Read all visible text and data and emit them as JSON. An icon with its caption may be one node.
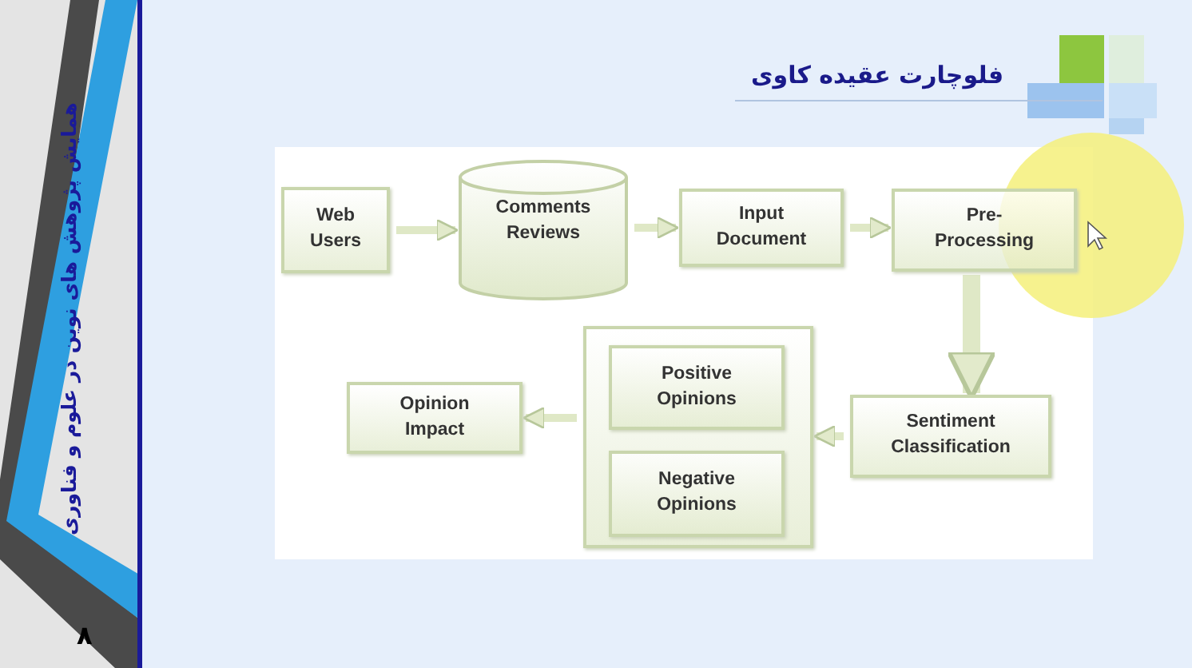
{
  "diagram": {
    "title": "فلوچارت عقیده کاوی",
    "nodes": [
      {
        "text": [
          "Web Users"
        ]
      },
      {
        "text": [
          "Comments Reviews"
        ]
      },
      {
        "text": [
          "Input Document"
        ]
      },
      {
        "text": [
          "Pre-Processing"
        ]
      },
      {
        "text": [],
        "shape": "box"
      },
      {
        "text": [
          "Positive Opinions"
        ],
        "in": 4
      },
      {
        "text": [
          "Negative Opinions"
        ],
        "in": 4
      },
      {
        "text": [
          "Sentiment Classification"
        ]
      },
      {
        "text": [
          "Opinion Impact"
        ]
      }
    ],
    "edges": [
      {
        "from": 0,
        "to": 1,
        "arrow": "to"
      },
      {
        "from": 1,
        "to": 2,
        "arrow": "to"
      },
      {
        "from": 2,
        "to": 3,
        "arrow": "to"
      },
      {
        "from": 3,
        "to": 7,
        "arrow": "to",
        "style": "thick"
      },
      {
        "from": 7,
        "to": 4,
        "arrow": "to"
      },
      {
        "from": 4,
        "to": 8,
        "arrow": "to"
      }
    ],
    "labels": [
      "همایش پژوهش های نوین در علوم و فناوری",
      "۸"
    ]
  }
}
